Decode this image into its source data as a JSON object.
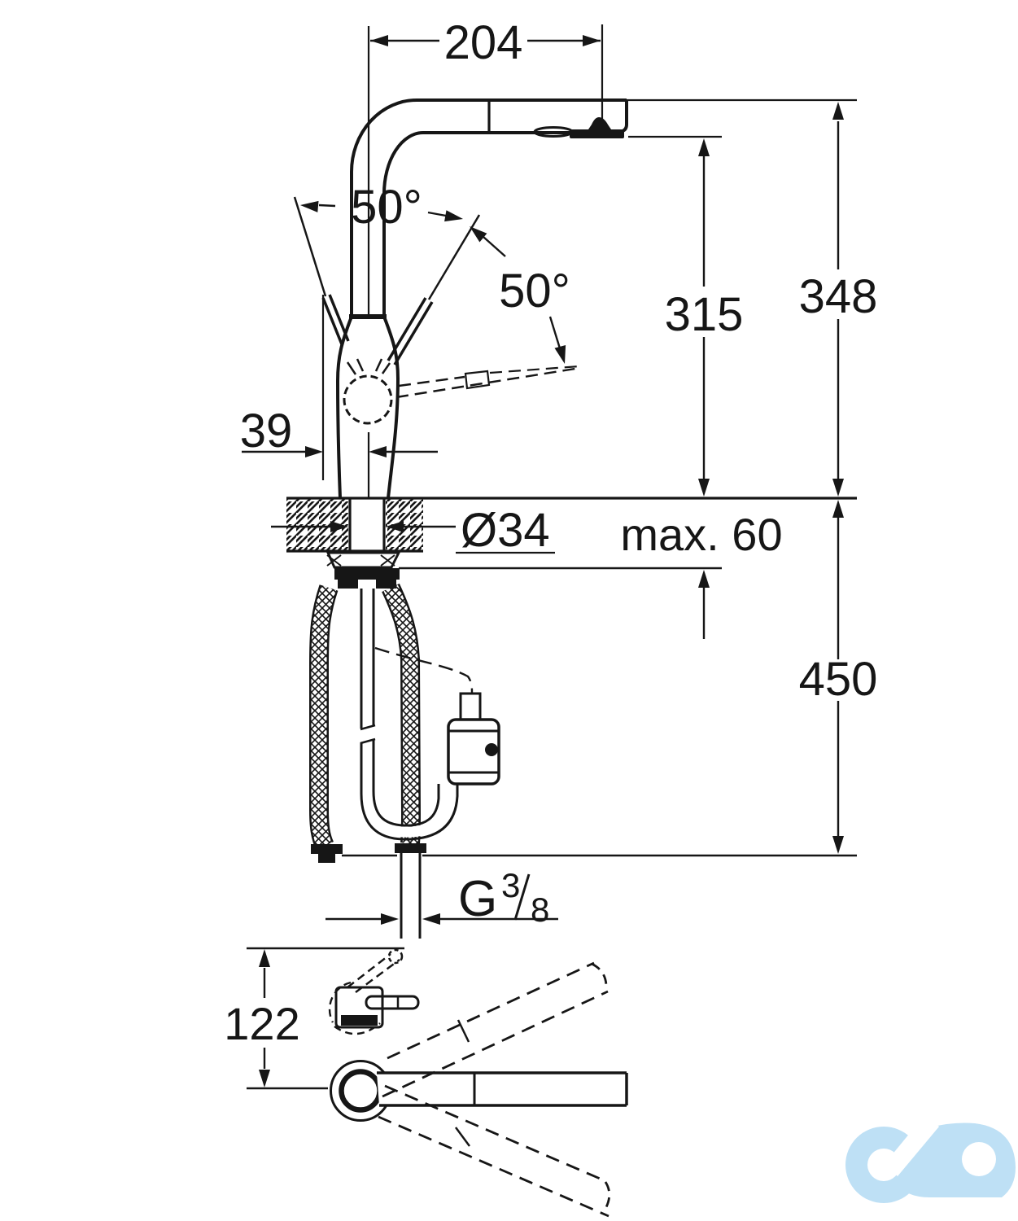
{
  "labels": {
    "spout_reach": "204",
    "swivel_left": "50°",
    "swivel_right": "50°",
    "height_to_outlet": "315",
    "height_total": "348",
    "body_offset": "39",
    "hole_diameter": "Ø34",
    "deck_thickness": "max. 60",
    "clearance_below": "450",
    "thread_letter": "G",
    "thread_numerator": "3",
    "thread_denominator": "8",
    "top_view_height": "122"
  },
  "colors": {
    "ink": "#161616",
    "watermark": "#BEE0F5",
    "background": "#FFFFFF"
  }
}
